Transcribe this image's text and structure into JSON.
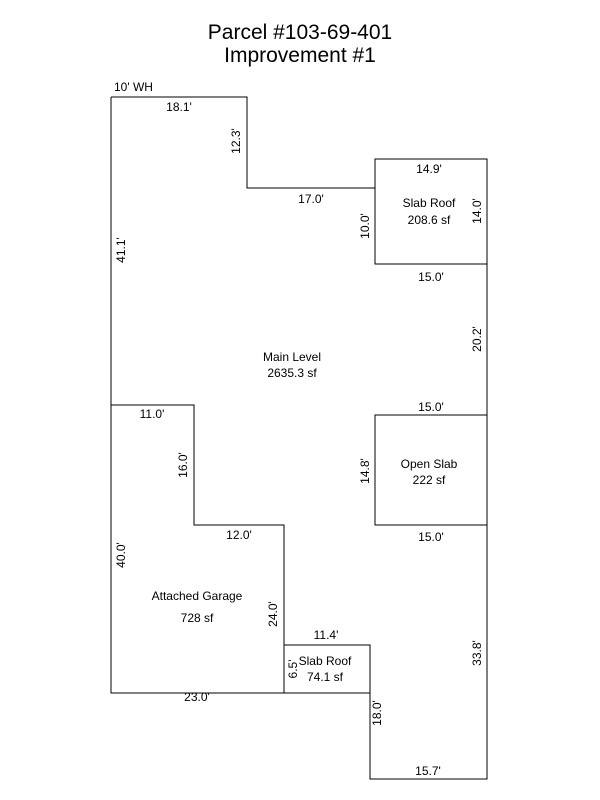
{
  "title": {
    "line1": "Parcel #103-69-401",
    "line2": "Improvement #1"
  },
  "note": "10' WH",
  "areas": {
    "main": {
      "name": "Main Level",
      "area": "2635.3 sf"
    },
    "slab_roof_top": {
      "name": "Slab Roof",
      "area": "208.6 sf"
    },
    "open_slab": {
      "name": "Open Slab",
      "area": "222 sf"
    },
    "garage": {
      "name": "Attached Garage",
      "area": "728 sf"
    },
    "slab_roof_bottom": {
      "name": "Slab Roof",
      "area": "74.1 sf"
    }
  },
  "dims": {
    "top_left": "18.1'",
    "step_down": "12.3'",
    "step_across": "17.0'",
    "left_side": "41.1'",
    "srt_top": "14.9'",
    "srt_left": "10.0'",
    "srt_right": "14.0'",
    "srt_bottom": "15.0'",
    "right_mid": "20.2'",
    "os_top": "15.0'",
    "os_left": "14.8'",
    "os_bottom": "15.0'",
    "right_lower": "33.8'",
    "g_top": "11.0'",
    "g_step_down": "16.0'",
    "g_step_across": "12.0'",
    "g_left": "40.0'",
    "g_right": "24.0'",
    "g_bottom": "23.0'",
    "srb_top": "11.4'",
    "srb_left": "6.5'",
    "bottom_left": "18.0'",
    "bottom": "15.7'"
  }
}
